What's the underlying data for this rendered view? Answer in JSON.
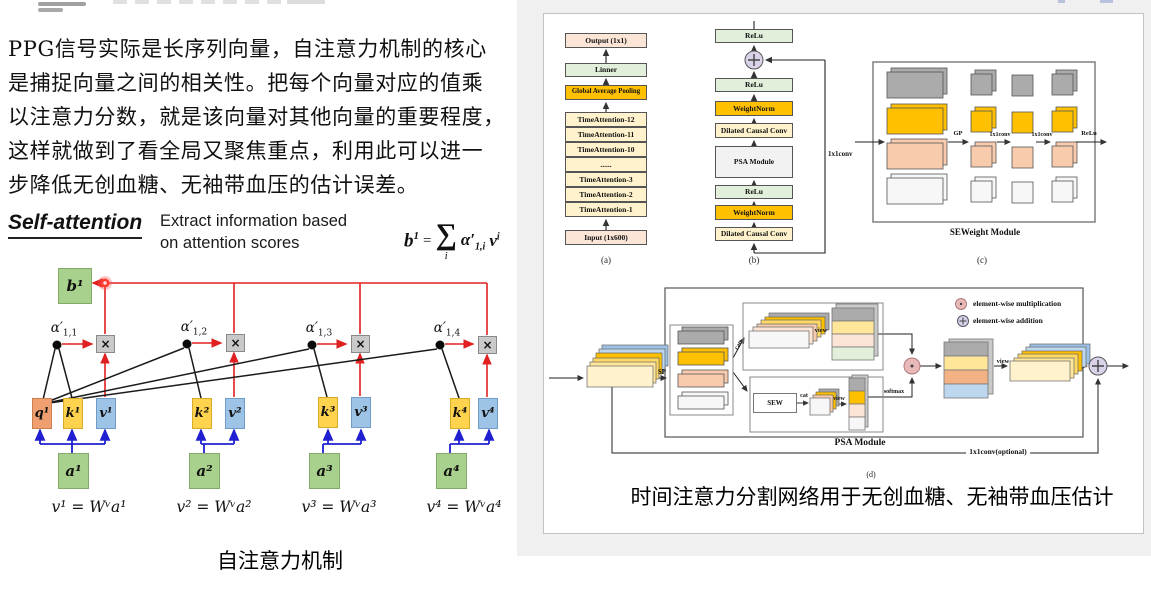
{
  "left": {
    "paragraph": [
      "PPG信号实际是长序列向量，自注意力机制的核心",
      "是捕捉向量之间的相关性。把每个向量对应的值乘",
      "以注意力分数，就是该向量对其他向量的重要程度，",
      "这样就做到了看全局又聚焦重点，利用此可以进一",
      "步降低无创血糖、无袖带血压的估计误差。"
    ],
    "heading": "Self-attention",
    "subtitle": [
      "Extract information based",
      "on attention scores"
    ],
    "formula": {
      "lhs": "b",
      "lhs_sup": "1",
      "eq": "=",
      "sigma": "∑",
      "sigma_sub": "i",
      "alpha": "α′",
      "alpha_sub": "1,i",
      "v": "v",
      "v_sup": "i"
    },
    "diagram": {
      "b": "b¹",
      "alpha": "α′",
      "alpha_subs": [
        "1,1",
        "1,2",
        "1,3",
        "1,4"
      ],
      "times": "×",
      "q": "q¹",
      "k": [
        "k¹",
        "k²",
        "k³",
        "k⁴"
      ],
      "v": [
        "v¹",
        "v²",
        "v³",
        "v⁴"
      ],
      "a": [
        "a¹",
        "a²",
        "a³",
        "a⁴"
      ],
      "equations": [
        "v¹ = Wᵛa¹",
        "v² = Wᵛa²",
        "v³ = Wᵛa³",
        "v⁴ = Wᵛa⁴"
      ]
    },
    "caption": "自注意力机制"
  },
  "right": {
    "col_a": {
      "output": "Output (1x1)",
      "linner": "Linner",
      "gap": "Global Average Pooling",
      "stack": [
        "TimeAttention-12",
        "TimeAttention-11",
        "TimeAttention-10",
        "......",
        "TimeAttention-3",
        "TimeAttention-2",
        "TimeAttention-1"
      ],
      "input": "Input (1x600)",
      "label": "(a)"
    },
    "col_b": {
      "relu": "ReLu",
      "weightnorm": "WeightNorm",
      "dilated": "Dilated Causal Conv",
      "psa": "PSA Module",
      "bypass": "1x1conv",
      "label": "(b)"
    },
    "col_c": {
      "arrows": [
        "GP",
        "1x1conv",
        "1x1conv",
        "ReLu"
      ],
      "caption": "SEWeight Module",
      "label": "(c)"
    },
    "col_d": {
      "sp": "SP",
      "cat": "cat",
      "sew": "SEW",
      "view": "view",
      "softmax": "softmax",
      "psa": "PSA Module",
      "bypass": "1x1conv(optional)",
      "legend_multiplication": "element-wise multiplication",
      "legend_addition": "element-wise addition",
      "label": "(d)"
    },
    "caption": "时间注意力分割网络用于无创血糖、无袖带血压估计"
  },
  "colors": {
    "node_green": "#a9d18e",
    "node_orange": "#f0a070",
    "node_yellow": "#ffd34d",
    "node_blue": "#9dc3e6",
    "red_line": "#e02020",
    "blue_arrow": "#2020d0",
    "gold": "#ffc000",
    "light_yellow": "#fff2cc",
    "light_green": "#e2efda",
    "peach_box": "#fbe5d6",
    "peach_block": "#f8cbad",
    "gray_block": "#ababab",
    "psa_gray": "#f2f2f2",
    "plus_purple": "#d9d2e9",
    "mult_pink": "#e9b8b8"
  }
}
